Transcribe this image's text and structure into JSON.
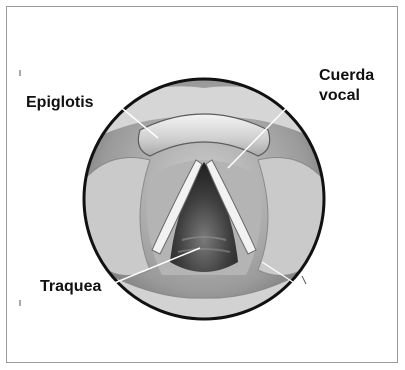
{
  "labels": {
    "epiglottis": "Epiglotis",
    "vocal_cord_line1": "Cuerda",
    "vocal_cord_line2": "vocal",
    "trachea": "Traquea"
  },
  "colors": {
    "frame_border": "#9a9a9a",
    "tissue_light": "#e9e9e9",
    "tissue_mid": "#bdbdbd",
    "tissue_dark": "#6f6f6f",
    "airway": "#2f2f2f",
    "outline": "#111111",
    "leader_line": "#ffffff"
  }
}
